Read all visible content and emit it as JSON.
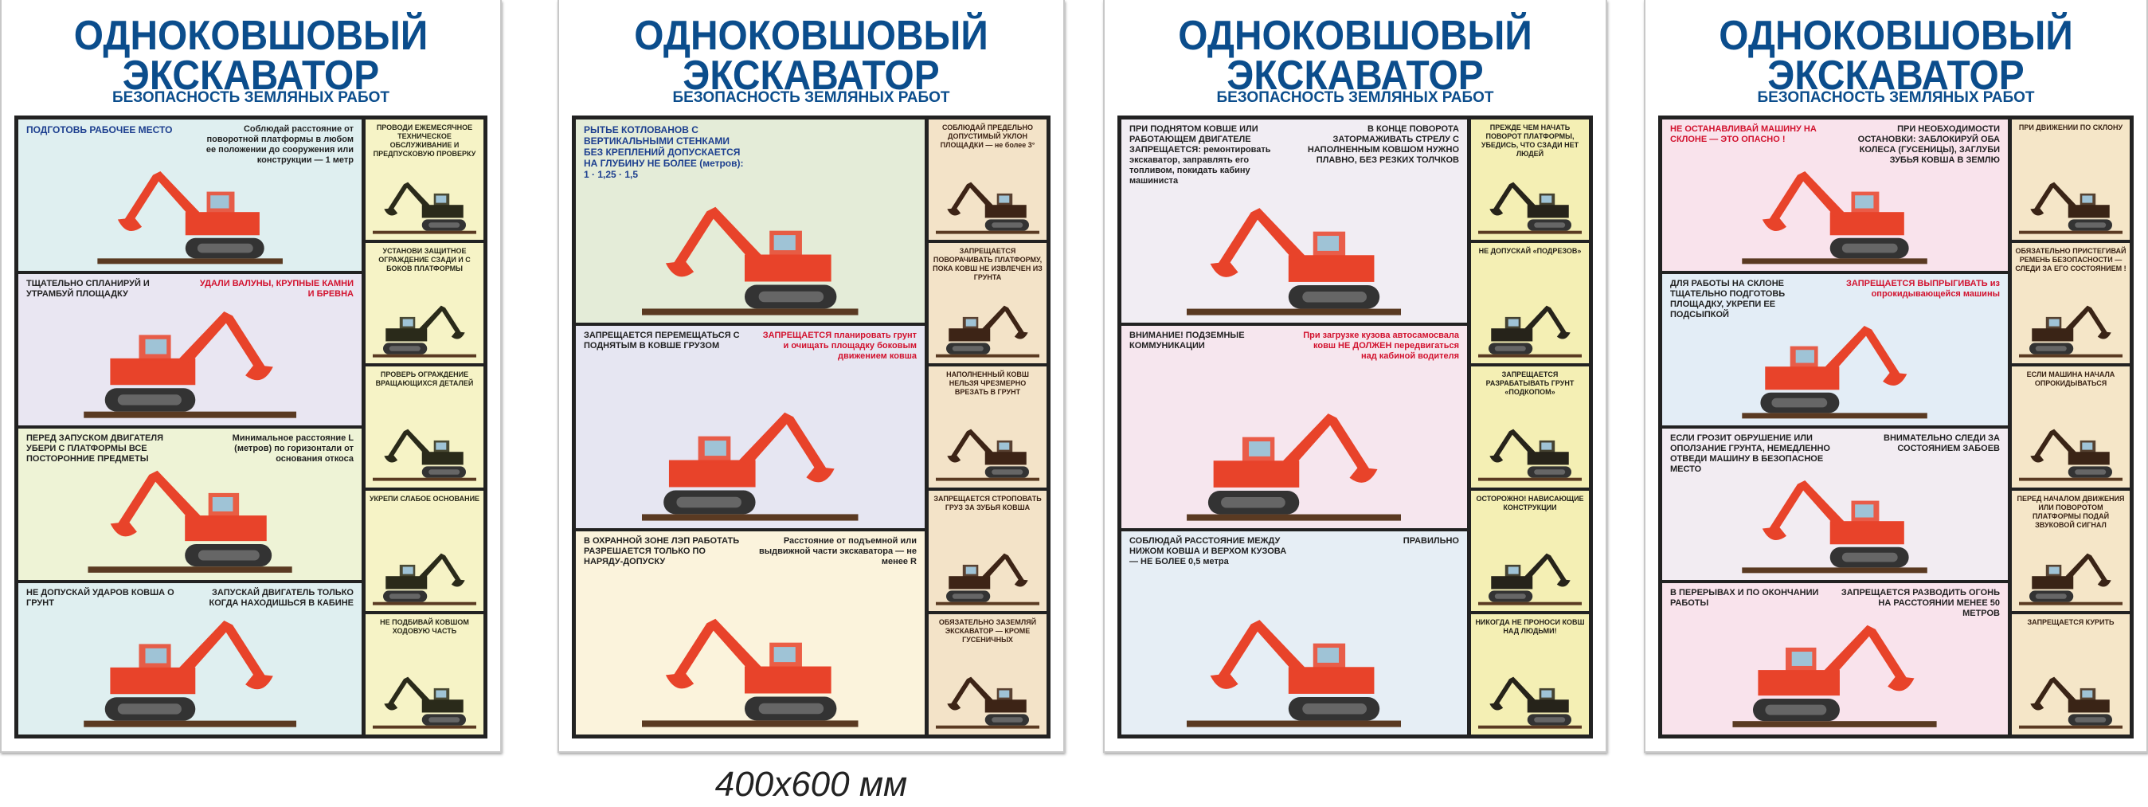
{
  "title_line1": "ОДНОКОВШОВЫЙ",
  "title_line2": "ЭКСКАВАТОР",
  "subtitle": "БЕЗОПАСНОСТЬ ЗЕМЛЯНЫХ РАБОТ",
  "size_label": "400x600 мм",
  "colors": {
    "title": "#0b4d8c",
    "excavator": "#e8432a",
    "warning": "#d2122e"
  },
  "posters": [
    {
      "main": [
        "#dfeff0",
        "#e9e6f2",
        "#eef3d6"
      ],
      "tile_bg": "#f6f3c6",
      "tile_ink": "#2a2a1a",
      "rows": [
        [
          "ПОДГОТОВЬ РАБОЧЕЕ МЕСТО",
          "Соблюдай расстояние от поворотной платформы в любом ее положении до сооружения или конструкции — 1 метр"
        ],
        [
          "ТЩАТЕЛЬНО СПЛАНИРУЙ И УТРАМБУЙ ПЛОЩАДКУ",
          "УДАЛИ ВАЛУНЫ, КРУПНЫЕ КАМНИ И БРЕВНА"
        ],
        [
          "ПЕРЕД ЗАПУСКОМ ДВИГАТЕЛЯ УБЕРИ С ПЛАТФОРМЫ ВСЕ ПОСТОРОННИЕ ПРЕДМЕТЫ",
          "Минимальное расстояние L (метров) по горизонтали от основания откоса"
        ],
        [
          "НЕ ДОПУСКАЙ УДАРОВ КОВША О ГРУНТ",
          "ЗАПУСКАЙ ДВИГАТЕЛЬ ТОЛЬКО КОГДА НАХОДИШЬСЯ В КАБИНЕ"
        ]
      ],
      "tiles": [
        "ПРОВОДИ ЕЖЕМЕСЯЧНОЕ ТЕХНИЧЕСКОЕ ОБСЛУЖИВАНИЕ И ПРЕДПУСКОВУЮ ПРОВЕРКУ",
        "УСТАНОВИ ЗАЩИТНОЕ ОГРАЖДЕНИЕ СЗАДИ И С БОКОВ ПЛАТФОРМЫ",
        "ПРОВЕРЬ ОГРАЖДЕНИЕ ВРАЩАЮЩИХСЯ ДЕТАЛЕЙ",
        "УКРЕПИ СЛАБОЕ ОСНОВАНИЕ",
        "НЕ ПОДБИВАЙ КОВШОМ ХОДОВУЮ ЧАСТЬ"
      ]
    },
    {
      "main": [
        "#e4ecd8",
        "#e6e6f2",
        "#fbf3dc"
      ],
      "tile_bg": "#f3e3c8",
      "tile_ink": "#3d2416",
      "rows": [
        [
          "РЫТЬЕ КОТЛОВАНОВ С ВЕРТИКАЛЬНЫМИ СТЕНКАМИ БЕЗ КРЕПЛЕНИЙ ДОПУСКАЕТСЯ НА ГЛУБИНУ НЕ БОЛЕЕ (метров): 1 · 1,25 · 1,5",
          ""
        ],
        [
          "ЗАПРЕЩАЕТСЯ ПЕРЕМЕЩАТЬСЯ С ПОДНЯТЫМ В КОВШЕ ГРУЗОМ",
          "ЗАПРЕЩАЕТСЯ планировать грунт и очищать площадку боковым движением ковша"
        ],
        [
          "В ОХРАННОЙ ЗОНЕ ЛЭП РАБОТАТЬ РАЗРЕШАЕТСЯ ТОЛЬКО ПО НАРЯДУ-ДОПУСКУ",
          "Расстояние от подъемной или выдвижной части экскаватора — не менее R"
        ]
      ],
      "tiles": [
        "СОБЛЮДАЙ ПРЕДЕЛЬНО ДОПУСТИМЫЙ УКЛОН ПЛОЩАДКИ — не более 3°",
        "ЗАПРЕЩАЕТСЯ ПОВОРАЧИВАТЬ ПЛАТФОРМУ, ПОКА КОВШ НЕ ИЗВЛЕЧЕН ИЗ ГРУНТА",
        "НАПОЛНЕННЫЙ КОВШ НЕЛЬЗЯ ЧРЕЗМЕРНО ВРЕЗАТЬ В ГРУНТ",
        "ЗАПРЕЩАЕТСЯ СТРОПОВАТЬ ГРУЗ ЗА ЗУБЬЯ КОВША",
        "ОБЯЗАТЕЛЬНО ЗАЗЕМЛЯЙ ЭКСКАВАТОР — КРОМЕ ГУСЕНИЧНЫХ"
      ]
    },
    {
      "main": [
        "#f1edf3",
        "#f6e6ee",
        "#e6eef5"
      ],
      "tile_bg": "#f4efb4",
      "tile_ink": "#26231a",
      "rows": [
        [
          "ПРИ ПОДНЯТОМ КОВШЕ ИЛИ РАБОТАЮЩЕМ ДВИГАТЕЛЕ ЗАПРЕЩАЕТСЯ: ремонтировать экскаватор, заправлять его топливом, покидать кабину машиниста",
          "В КОНЦЕ ПОВОРОТА ЗАТОРМАЖИВАТЬ СТРЕЛУ С НАПОЛНЕННЫМ КОВШОМ НУЖНО ПЛАВНО, БЕЗ РЕЗКИХ ТОЛЧКОВ"
        ],
        [
          "ВНИМАНИЕ! ПОДЗЕМНЫЕ КОММУНИКАЦИИ",
          "При загрузке кузова автосамосвала ковш НЕ ДОЛЖЕН передвигаться над кабиной водителя"
        ],
        [
          "СОБЛЮДАЙ РАССТОЯНИЕ МЕЖДУ НИЖОМ КОВША И ВЕРХОМ КУЗОВА — НЕ БОЛЕЕ 0,5 метра",
          "ПРАВИЛЬНО"
        ]
      ],
      "tiles": [
        "ПРЕЖДЕ ЧЕМ НАЧАТЬ ПОВОРОТ ПЛАТФОРМЫ, УБЕДИСЬ, ЧТО СЗАДИ НЕТ ЛЮДЕЙ",
        "НЕ ДОПУСКАЙ «ПОДРЕЗОВ»",
        "ЗАПРЕЩАЕТСЯ РАЗРАБАТЫВАТЬ ГРУНТ «ПОДКОПОМ»",
        "ОСТОРОЖНО! НАВИСАЮЩИЕ КОНСТРУКЦИИ",
        "НИКОГДА НЕ ПРОНОСИ КОВШ НАД ЛЮДЬМИ!"
      ]
    },
    {
      "main": [
        "#f9e3ec",
        "#e3edf6",
        "#f2ecf2"
      ],
      "tile_bg": "#f5e6c8",
      "tile_ink": "#3a2416",
      "rows": [
        [
          "НЕ ОСТАНАВЛИВАЙ МАШИНУ НА СКЛОНЕ — ЭТО ОПАСНО !",
          "ПРИ НЕОБХОДИМОСТИ ОСТАНОВКИ: ЗАБЛОКИРУЙ ОБА КОЛЕСА (ГУСЕНИЦЫ), ЗАГЛУБИ ЗУБЬЯ КОВША В ЗЕМЛЮ"
        ],
        [
          "ДЛЯ РАБОТЫ НА СКЛОНЕ ТЩАТЕЛЬНО ПОДГОТОВЬ ПЛОЩАДКУ, УКРЕПИ ЕЕ ПОДСЫПКОЙ",
          "ЗАПРЕЩАЕТСЯ ВЫПРЫГИВАТЬ из опрокидывающейся машины"
        ],
        [
          "ЕСЛИ ГРОЗИТ ОБРУШЕНИЕ ИЛИ ОПОЛЗАНИЕ ГРУНТА, НЕМЕДЛЕННО ОТВЕДИ МАШИНУ В БЕЗОПАСНОЕ МЕСТО",
          "ВНИМАТЕЛЬНО СЛЕДИ ЗА СОСТОЯНИЕМ ЗАБОЕВ"
        ],
        [
          "В ПЕРЕРЫВАХ И ПО ОКОНЧАНИИ РАБОТЫ",
          "ЗАПРЕЩАЕТСЯ РАЗВОДИТЬ ОГОНЬ НА РАССТОЯНИИ МЕНЕЕ 50 МЕТРОВ"
        ]
      ],
      "tiles": [
        "ПРИ ДВИЖЕНИИ ПО СКЛОНУ",
        "ОБЯЗАТЕЛЬНО ПРИСТЕГИВАЙ РЕМЕНЬ БЕЗОПАСНОСТИ — СЛЕДИ ЗА ЕГО СОСТОЯНИЕМ !",
        "ЕСЛИ МАШИНА НАЧАЛА ОПРОКИДЫВАТЬСЯ",
        "ПЕРЕД НАЧАЛОМ ДВИЖЕНИЯ ИЛИ ПОВОРОТОМ ПЛАТФОРМЫ ПОДАЙ ЗВУКОВОЙ СИГНАЛ",
        "ЗАПРЕЩАЕТСЯ КУРИТЬ"
      ]
    }
  ]
}
